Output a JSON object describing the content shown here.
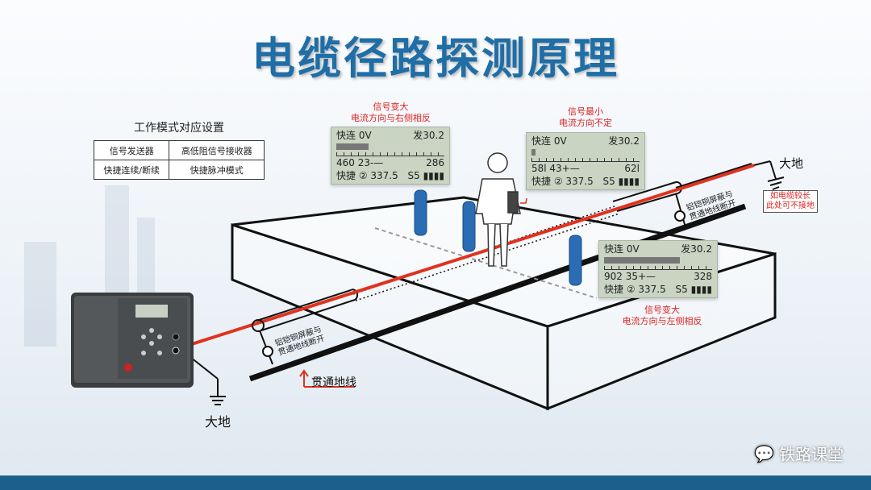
{
  "title": "电缆径路探测原理",
  "modes": {
    "caption": "工作模式对应设置",
    "rows": [
      [
        "信号发送器",
        "高低阻信号接收器"
      ],
      [
        "快捷连续/断续",
        "快捷脉冲模式"
      ]
    ]
  },
  "lcd_left": {
    "note1": "信号变大",
    "note2": "电流方向与右侧相反",
    "mode": "快连 0V",
    "send": "发30.2",
    "v1": "460 23-—",
    "v2": "286",
    "bottom": "快捷 ② 337.5",
    "s": "S5 ▮▮▮▮",
    "bar_fraction": 0.3
  },
  "lcd_mid": {
    "note1": "信号最小",
    "note2": "电流方向不定",
    "mode": "快连 0V",
    "send": "发30.2",
    "v1": "58l 43+—",
    "v2": "62l",
    "bottom": "快捷 ② 337.5",
    "s": "S5 ▮▮▮▮",
    "bar_fraction": 0.03
  },
  "lcd_right": {
    "note1": "信号变大",
    "note2": "电流方向与左侧相反",
    "mode": "快连 0V",
    "send": "发30.2",
    "v1": "902 35+—",
    "v2": "328",
    "bottom": "快捷 ② 337.5",
    "s": "S5 ▮▮▮▮",
    "bar_fraction": 0.7
  },
  "labels": {
    "ground_left": "大地",
    "ground_right": "大地",
    "earth_note1": "如电缆较长",
    "earth_note2": "此处可不接地",
    "shield1": "铝铠铜屏蔽与",
    "shield2": "贯通地线断开",
    "through_ground": "贯通地线"
  },
  "brand": "铁路课堂",
  "colors": {
    "title": "#1f6ea6",
    "cable": "#e0321e",
    "lcd": "#c9d4c3"
  }
}
